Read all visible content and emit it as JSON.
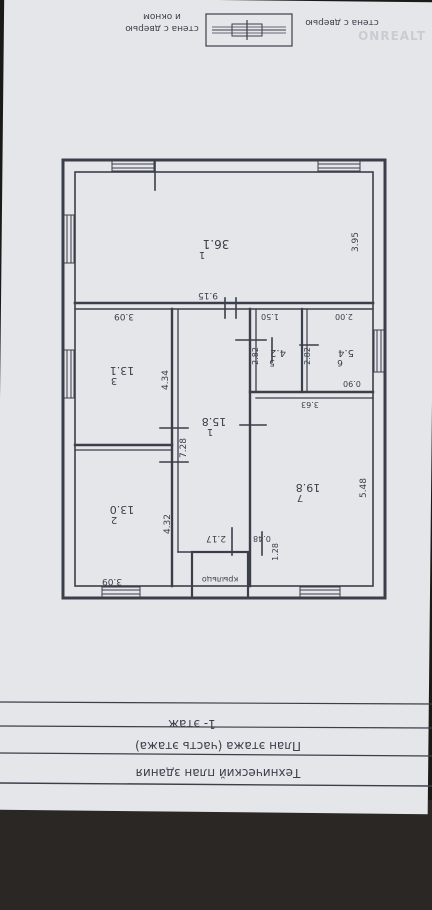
{
  "page": {
    "paper_color": "#e4e6ea",
    "paper_shadow_color": "#cfd2d8",
    "ink_color": "#3a3f4a",
    "carpet_color": "#2a2724"
  },
  "legend": {
    "door_wall_label": "стена с дверью",
    "door_window_wall_label_line1": "стена с дверью",
    "door_window_wall_label_line2": "и окном"
  },
  "watermark": {
    "text": "ONREALT"
  },
  "title_block": {
    "floor": "1- этаж",
    "plan_title": "План этажа (часть этажа)",
    "doc_title": "Технический план здания"
  },
  "rooms": {
    "r1": {
      "area": "36.1",
      "number": "1",
      "side_dim": "3.95"
    },
    "r2": {
      "area": "13.1",
      "number": "3",
      "top_dim": "3.09",
      "side_dim": "4.34"
    },
    "r3": {
      "area": "13.0",
      "number": "2",
      "side_dim": "4.32",
      "bottom_dim": "3.09"
    },
    "r4": {
      "area": "15.8",
      "number": "1",
      "side_dim": "7.28",
      "bottom_dim": "2.17"
    },
    "r5": {
      "area": "4.2",
      "number": "5",
      "top_dim": "1.50",
      "side_dim": "2.82"
    },
    "r6": {
      "area": "5.4",
      "number": "6",
      "top_dim": "2.00",
      "side_dim": "2.82",
      "bottom_dim": "0.90"
    },
    "r7": {
      "area": "19.8",
      "number": "7",
      "top_dim": "3.63",
      "side_dim": "5.48",
      "corner_dim": "0.48",
      "bottom_dim": "1.28"
    }
  },
  "overall": {
    "partition_dim": "9.15"
  },
  "porch": {
    "label": "крыльцо"
  }
}
